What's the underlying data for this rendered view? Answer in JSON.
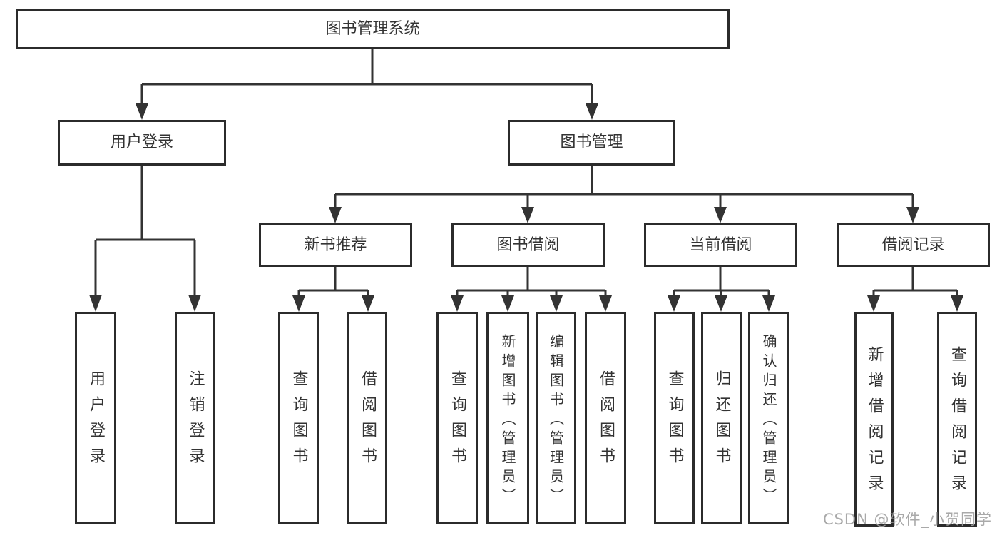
{
  "nodes": {
    "root": "图书管理系统",
    "user_login": "用户登录",
    "book_management": "图书管理",
    "new_book_recommend": "新书推荐",
    "book_borrow": "图书借阅",
    "current_borrow": "当前借阅",
    "borrow_records": "借阅记录",
    "leaf_user_login": "用户登录",
    "leaf_logout": "注销登录",
    "leaf_nb_query_books": "查询图书",
    "leaf_nb_borrow_books": "借阅图书",
    "leaf_bw_query_books": "查询图书",
    "leaf_bw_add_books": "新增图书（管理员）",
    "leaf_bw_edit_books": "编辑图书（管理员）",
    "leaf_bw_borrow_books": "借阅图书",
    "leaf_cur_query_books": "查询图书",
    "leaf_cur_return_books": "归还图书",
    "leaf_cur_confirm_return": "确认归还（管理员）",
    "leaf_rec_add_record": "新增借阅记录",
    "leaf_rec_query_record": "查询借阅记录"
  },
  "watermark": "CSDN @软件_小贺同学",
  "colors": {
    "line": "#333333",
    "box_border": "#2b2b2b",
    "text": "#333333",
    "watermark": "#a0a0a0",
    "background": "#ffffff"
  }
}
